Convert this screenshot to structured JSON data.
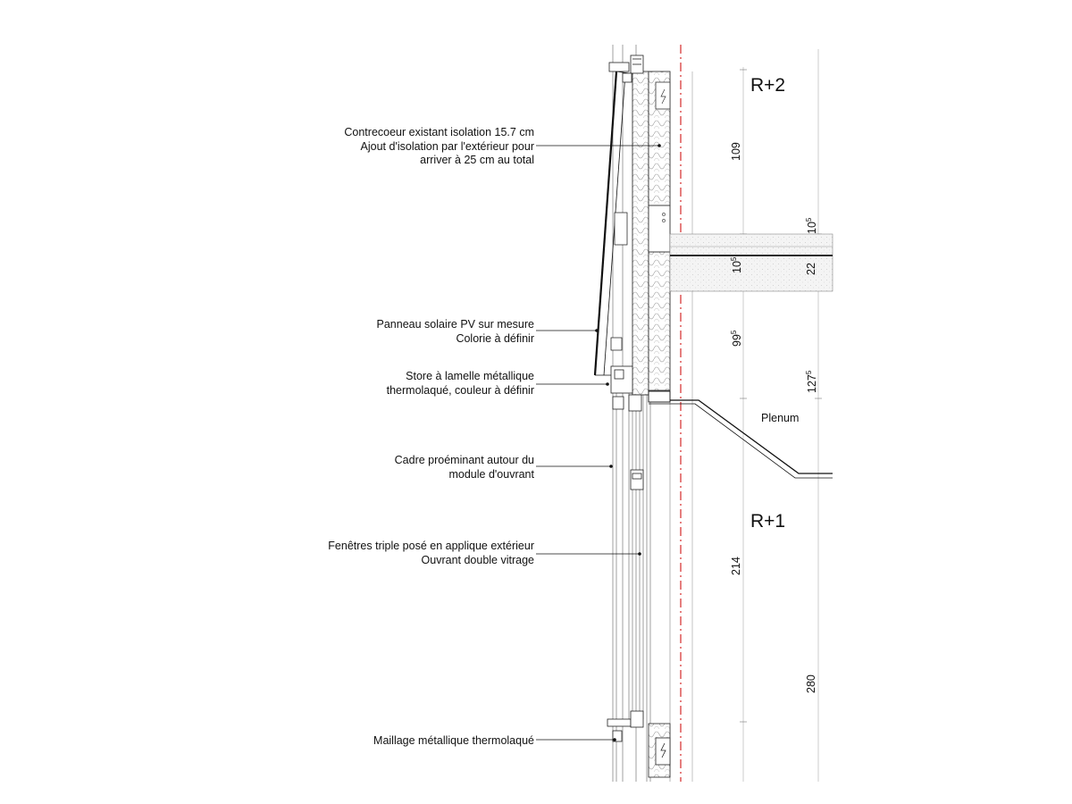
{
  "levels": {
    "upper": "R+2",
    "lower": "R+1"
  },
  "plenum_label": "Plenum",
  "annotations": [
    {
      "lines": [
        "Contrecoeur existant isolation 15.7 cm",
        "Ajout d'isolation par l'extérieur pour",
        "arriver à 25 cm au total"
      ]
    },
    {
      "lines": [
        "Panneau solaire PV sur mesure",
        "Colorie à définir"
      ]
    },
    {
      "lines": [
        "Store à lamelle métallique",
        "thermolaqué, couleur à définir"
      ]
    },
    {
      "lines": [
        "Cadre proéminant autour du",
        "module d'ouvrant"
      ]
    },
    {
      "lines": [
        "Fenêtres triple posé en applique extérieur",
        "Ouvrant double vitrage"
      ]
    },
    {
      "lines": [
        "Maillage métallique thermolaqué"
      ]
    }
  ],
  "dimensions": {
    "d109": {
      "main": "109",
      "sup": ""
    },
    "d10_5_top": {
      "main": "10",
      "sup": "5"
    },
    "d10_5_slab": {
      "main": "10",
      "sup": "5"
    },
    "d22": {
      "main": "22",
      "sup": ""
    },
    "d99_5": {
      "main": "99",
      "sup": "5"
    },
    "d127_5": {
      "main": "127",
      "sup": "5"
    },
    "d214": {
      "main": "214",
      "sup": ""
    },
    "d280": {
      "main": "280",
      "sup": ""
    }
  }
}
